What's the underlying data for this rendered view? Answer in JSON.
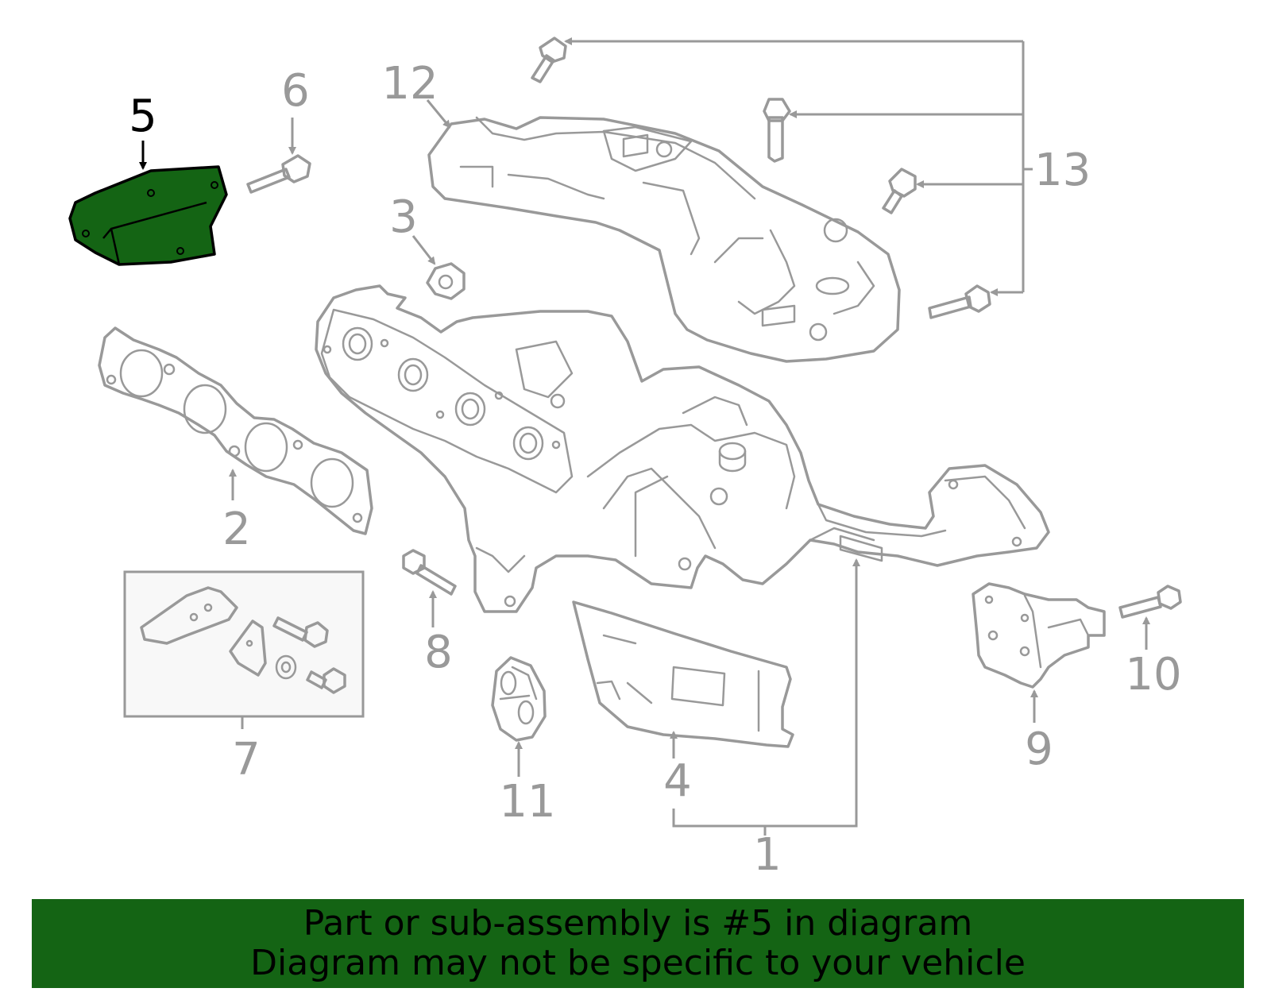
{
  "diagram": {
    "highlight_color": "#146414",
    "part_stroke_color": "#999999",
    "selected_part": "5",
    "callouts": {
      "c1": "1",
      "c2": "2",
      "c3": "3",
      "c4": "4",
      "c5": "5",
      "c6": "6",
      "c7": "7",
      "c8": "8",
      "c9": "9",
      "c10": "10",
      "c11": "11",
      "c12": "12",
      "c13": "13"
    }
  },
  "banner": {
    "line1": "Part or sub-assembly is #5 in diagram",
    "line2": "Diagram may not be specific to your vehicle"
  }
}
